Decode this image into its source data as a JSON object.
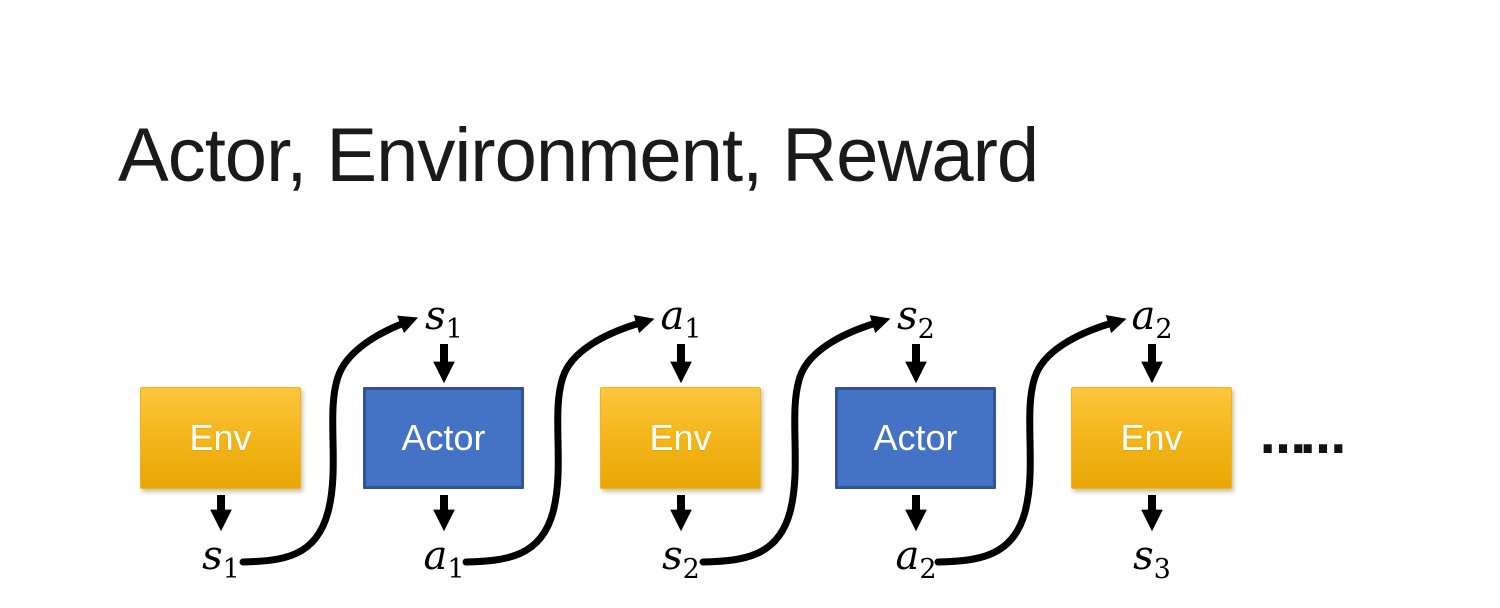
{
  "title": "Actor, Environment, Reward",
  "ellipsis": "……",
  "colors": {
    "env_gradient_top": "#FCC63E",
    "env_gradient_bottom": "#E8A705",
    "actor_fill": "#4472C4",
    "actor_border": "#2F5597",
    "arrow": "#000000",
    "box_text": "#FFFFFF",
    "title_text": "#1A1A1A"
  },
  "diagram": {
    "units": [
      {
        "box_label": "Env",
        "type": "env",
        "bottom": {
          "base": "s",
          "sub": "1"
        }
      },
      {
        "box_label": "Actor",
        "type": "actor",
        "top": {
          "base": "s",
          "sub": "1"
        },
        "bottom": {
          "base": "a",
          "sub": "1"
        }
      },
      {
        "box_label": "Env",
        "type": "env",
        "top": {
          "base": "a",
          "sub": "1"
        },
        "bottom": {
          "base": "s",
          "sub": "2"
        }
      },
      {
        "box_label": "Actor",
        "type": "actor",
        "top": {
          "base": "s",
          "sub": "2"
        },
        "bottom": {
          "base": "a",
          "sub": "2"
        }
      },
      {
        "box_label": "Env",
        "type": "env",
        "top": {
          "base": "a",
          "sub": "2"
        },
        "bottom": {
          "base": "s",
          "sub": "3"
        }
      }
    ]
  }
}
